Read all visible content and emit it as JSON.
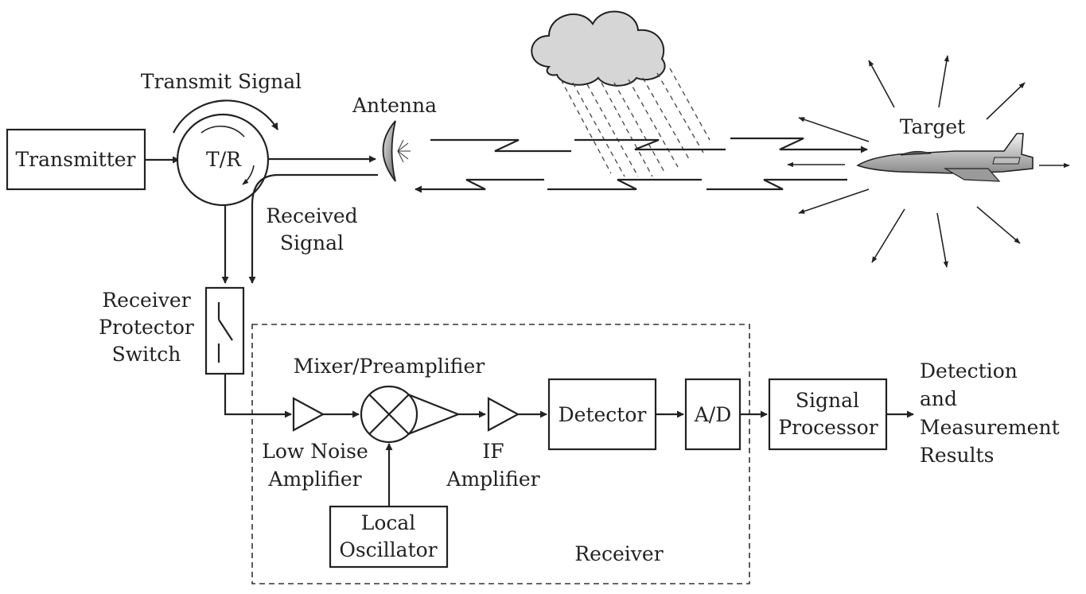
{
  "labels": {
    "transmit_signal": "Transmit Signal",
    "transmitter": "Transmitter",
    "tr": "T/R",
    "antenna": "Antenna",
    "target": "Target",
    "received_signal_line1": "Received",
    "received_signal_line2": "Signal",
    "receiver_protector_line1": "Receiver",
    "receiver_protector_line2": "Protector",
    "receiver_protector_line3": "Switch",
    "mixer_preamplifier": "Mixer/Preamplifier",
    "low_noise_line1": "Low Noise",
    "low_noise_line2": "Amplifier",
    "if_line1": "IF",
    "if_line2": "Amplifier",
    "detector": "Detector",
    "ad": "A/D",
    "signal_processor_line1": "Signal",
    "signal_processor_line2": "Processor",
    "results_line1": "Detection",
    "results_line2": "and",
    "results_line3": "Measurement",
    "results_line4": "Results",
    "local_oscillator_line1": "Local",
    "local_oscillator_line2": "Oscillator",
    "receiver": "Receiver"
  },
  "icons": [
    "cloud-icon",
    "aircraft-icon",
    "antenna-dish-icon",
    "mixer-icon",
    "switch-icon"
  ]
}
